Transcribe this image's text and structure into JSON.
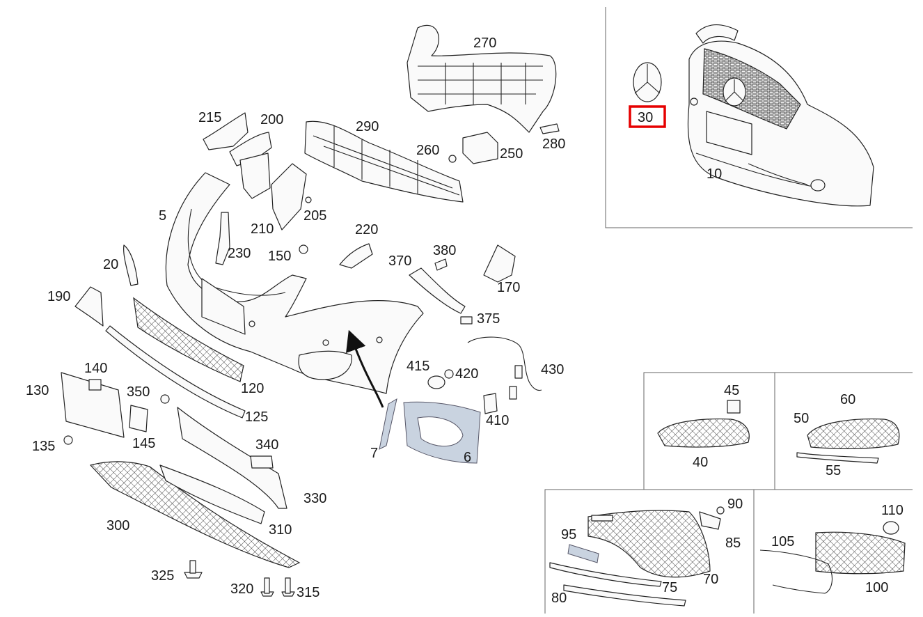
{
  "diagram": {
    "highlight_color": "#e60000",
    "selected_part": "30",
    "callouts": {
      "p5": "5",
      "p6": "6",
      "p7": "7",
      "p10": "10",
      "p20": "20",
      "p30": "30",
      "p40": "40",
      "p45": "45",
      "p50": "50",
      "p55": "55",
      "p60": "60",
      "p70": "70",
      "p75": "75",
      "p80": "80",
      "p85": "85",
      "p90": "90",
      "p95": "95",
      "p100": "100",
      "p105": "105",
      "p110": "110",
      "p120": "120",
      "p125": "125",
      "p130": "130",
      "p135": "135",
      "p140": "140",
      "p145": "145",
      "p150": "150",
      "p170": "170",
      "p190": "190",
      "p200": "200",
      "p205": "205",
      "p210": "210",
      "p215": "215",
      "p220": "220",
      "p230": "230",
      "p250": "250",
      "p260": "260",
      "p270": "270",
      "p280": "280",
      "p290": "290",
      "p300": "300",
      "p310": "310",
      "p315": "315",
      "p320": "320",
      "p325": "325",
      "p330": "330",
      "p340": "340",
      "p350": "350",
      "p370": "370",
      "p375": "375",
      "p380": "380",
      "p410": "410",
      "p415": "415",
      "p420": "420",
      "p430": "430"
    }
  }
}
